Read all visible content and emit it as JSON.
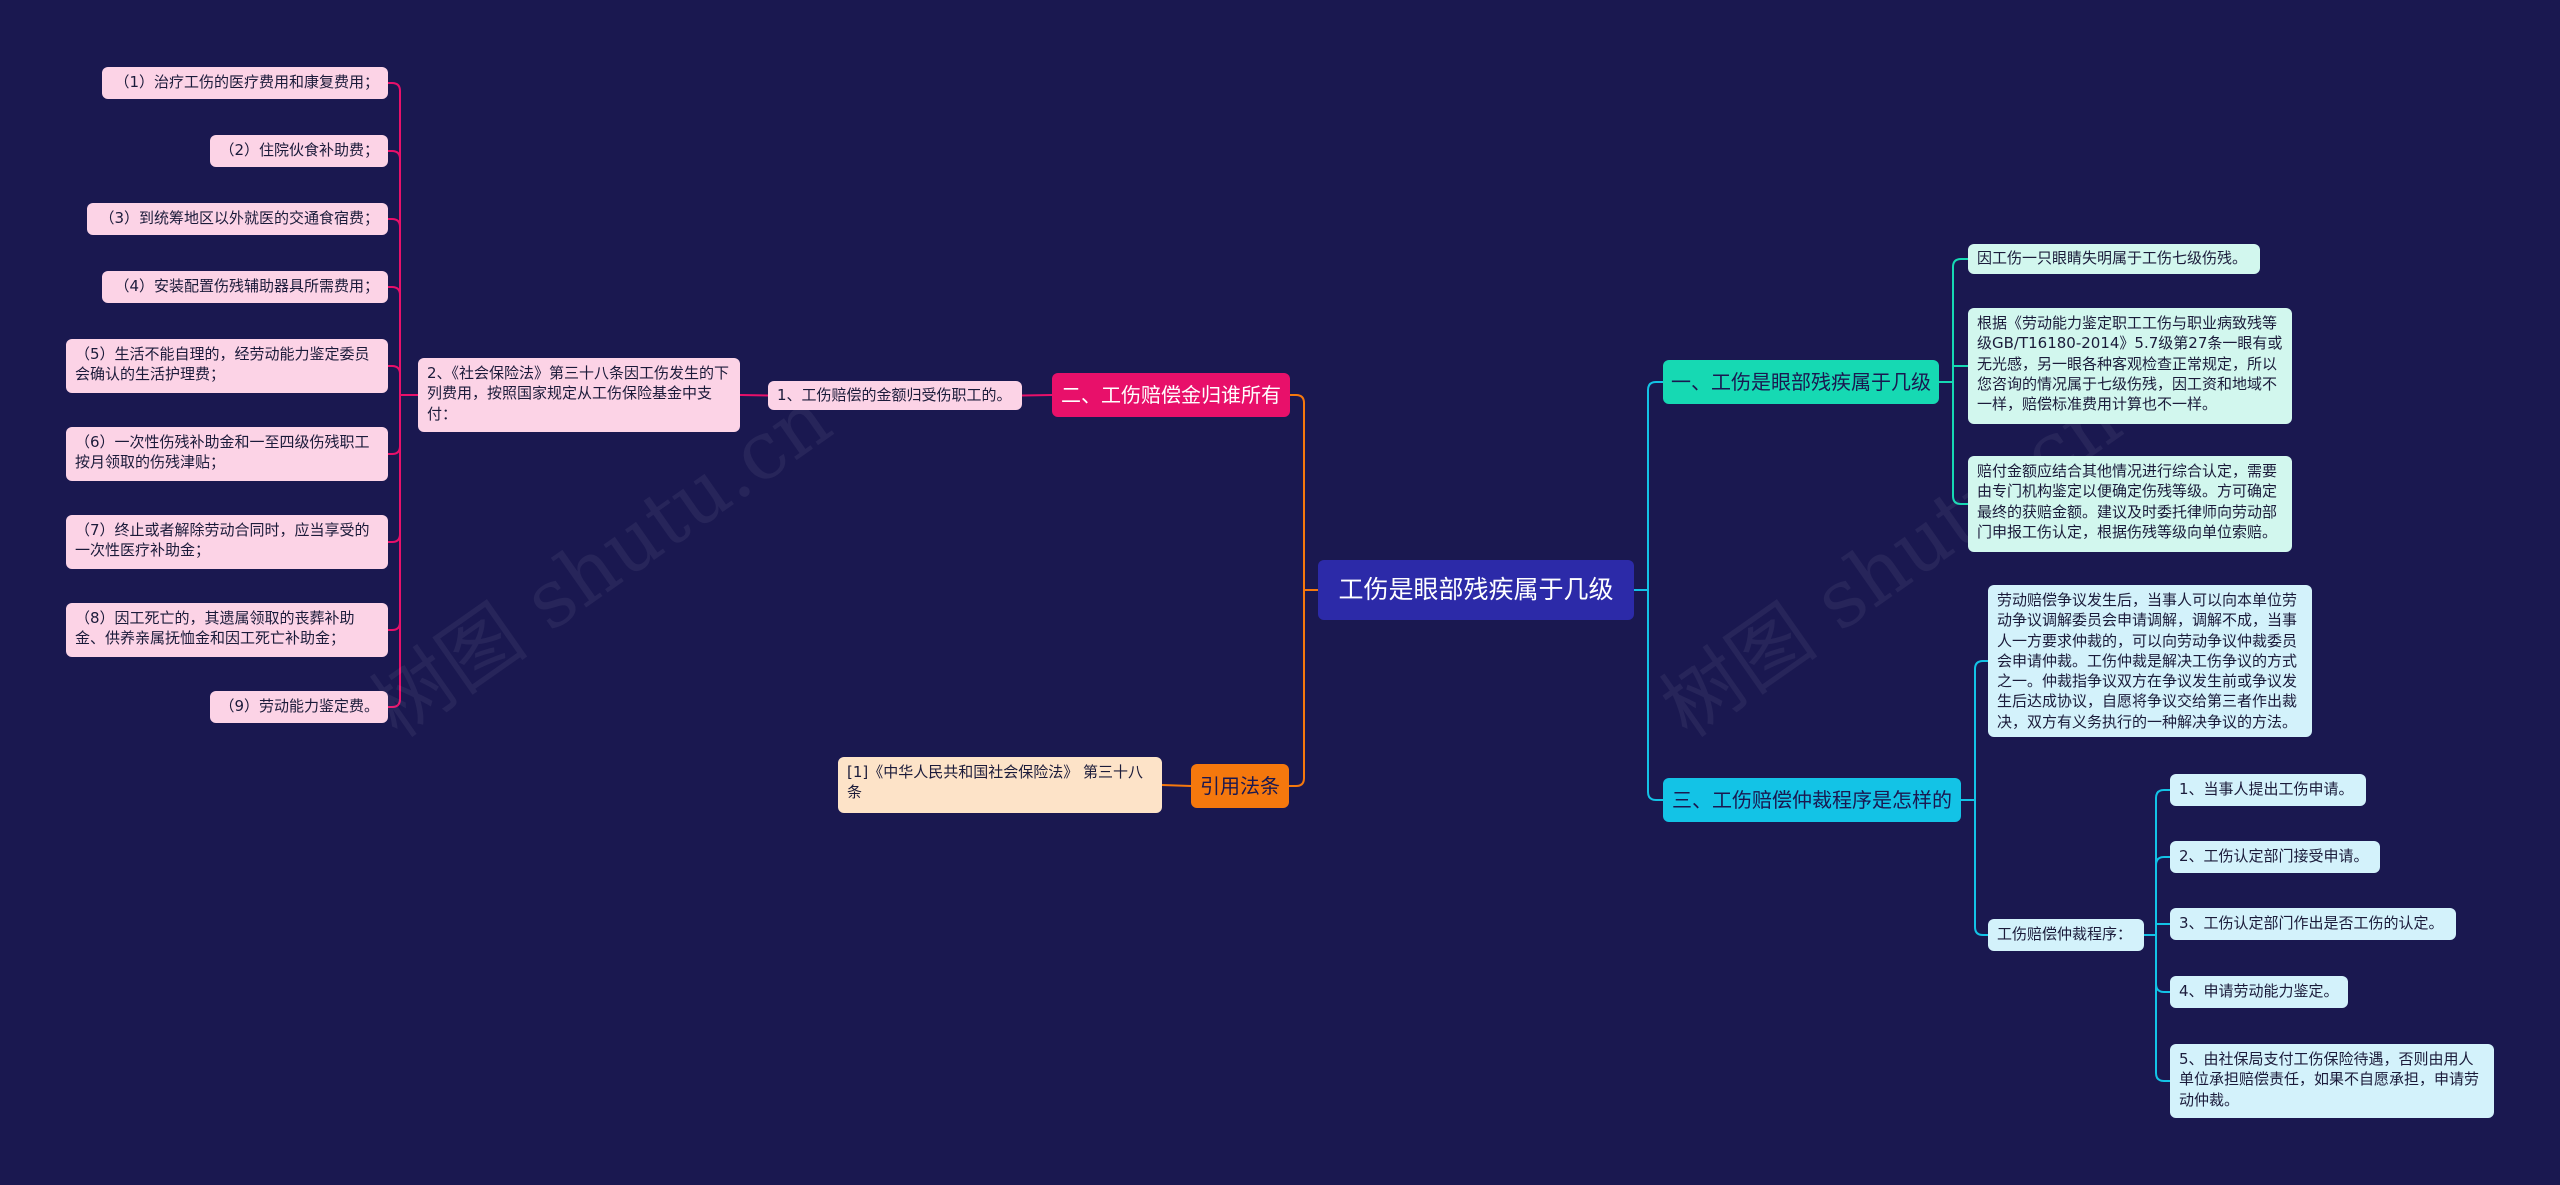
{
  "root": {
    "label": "工伤是眼部残疾属于几级"
  },
  "branches": {
    "compensation": {
      "label": "二、工伤赔偿金归谁所有",
      "child": "1、工伤赔偿的金额归受伤职工的。",
      "sub": "2、《社会保险法》第三十八条因工伤发生的下列费用，按照国家规定从工伤保险基金中支付：",
      "items": [
        "（1）治疗工伤的医疗费用和康复费用；",
        "（2）住院伙食补助费；",
        "（3）到统筹地区以外就医的交通食宿费；",
        "（4）安装配置伤残辅助器具所需费用；",
        "（5）生活不能自理的，经劳动能力鉴定委员会确认的生活护理费；",
        "（6）一次性伤残补助金和一至四级伤残职工按月领取的伤残津贴；",
        "（7）终止或者解除劳动合同时，应当享受的一次性医疗补助金；",
        "（8）因工死亡的，其遗属领取的丧葬补助金、供养亲属抚恤金和因工死亡补助金；",
        "（9）劳动能力鉴定费。"
      ]
    },
    "law": {
      "label": "引用法条",
      "child": "[1]《中华人民共和国社会保险法》 第三十八条"
    },
    "grade": {
      "label": "一、工伤是眼部残疾属于几级",
      "items": [
        "因工伤一只眼睛失明属于工伤七级伤残。",
        "根据《劳动能力鉴定职工工伤与职业病致残等级GB/T16180-2014》5.7级第27条一眼有或无光感，另一眼各种客观检查正常规定，所以您咨询的情况属于七级伤残，因工资和地域不一样，赔偿标准费用计算也不一样。",
        "赔付金额应结合其他情况进行综合认定，需要由专门机构鉴定以便确定伤残等级。方可确定最终的获赔金额。建议及时委托律师向劳动部门申报工伤认定，根据伤残等级向单位索赔。"
      ]
    },
    "arbitration": {
      "label": "三、工伤赔偿仲裁程序是怎样的",
      "desc": "劳动赔偿争议发生后，当事人可以向本单位劳动争议调解委员会申请调解，调解不成，当事人一方要求仲裁的，可以向劳动争议仲裁委员会申请仲裁。工伤仲裁是解决工伤争议的方式之一。仲裁指争议双方在争议发生前或争议发生后达成协议，自愿将争议交给第三者作出裁决，双方有义务执行的一种解决争议的方法。",
      "proc_label": "工伤赔偿仲裁程序：",
      "steps": [
        "1、当事人提出工伤申请。",
        "2、工伤认定部门接受申请。",
        "3、工伤认定部门作出是否工伤的认定。",
        "4、申请劳动能力鉴定。",
        "5、由社保局支付工伤保险待遇，否则由用人单位承担赔偿责任，如果不自愿承担，申请劳动仲裁。"
      ]
    }
  },
  "watermark": "树图 shutu.cn",
  "colors": {
    "background": "#1a1850",
    "root": "#2c2aa8",
    "pink": "#e8106a",
    "orange": "#f5780d",
    "teal": "#16d9b3",
    "cyan": "#13c3e6"
  }
}
